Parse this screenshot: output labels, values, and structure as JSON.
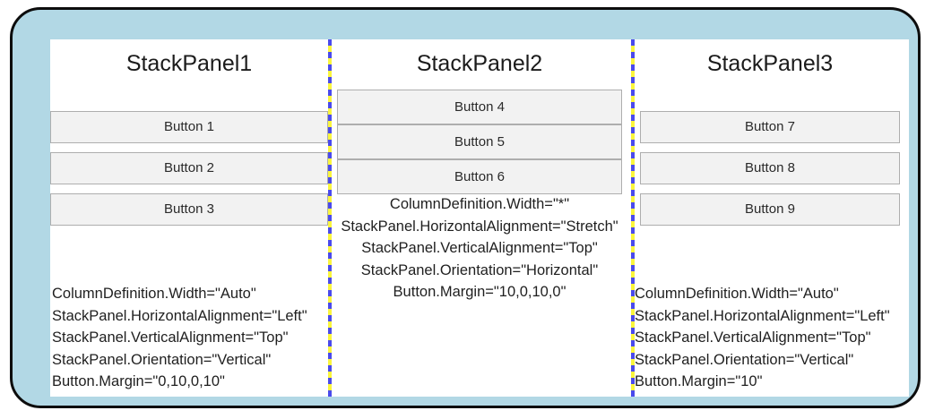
{
  "diagram": {
    "frame_background": "#b2d8e5",
    "frame_border_color": "#0d0d0d",
    "canvas_background": "#ffffff",
    "divider_colors": [
      "#4a4aec",
      "#fbf53c"
    ],
    "button_fill": "#f2f2f2",
    "button_border": "#aeaeae"
  },
  "panels": [
    {
      "title": "StackPanel1",
      "buttons": [
        "Button 1",
        "Button 2",
        "Button 3"
      ],
      "annotation": [
        "ColumnDefinition.Width=\"Auto\"",
        "StackPanel.HorizontalAlignment=\"Left\"",
        "StackPanel.VerticalAlignment=\"Top\"",
        "StackPanel.Orientation=\"Vertical\"",
        "Button.Margin=\"0,10,0,10\""
      ]
    },
    {
      "title": "StackPanel2",
      "buttons": [
        "Button 4",
        "Button 5",
        "Button 6"
      ],
      "annotation": [
        "ColumnDefinition.Width=\"*\"",
        "StackPanel.HorizontalAlignment=\"Stretch\"",
        "StackPanel.VerticalAlignment=\"Top\"",
        "StackPanel.Orientation=\"Horizontal\"",
        "Button.Margin=\"10,0,10,0\""
      ]
    },
    {
      "title": "StackPanel3",
      "buttons": [
        "Button 7",
        "Button 8",
        "Button 9"
      ],
      "annotation": [
        "ColumnDefinition.Width=\"Auto\"",
        "StackPanel.HorizontalAlignment=\"Left\"",
        "StackPanel.VerticalAlignment=\"Top\"",
        "StackPanel.Orientation=\"Vertical\"",
        "Button.Margin=\"10\""
      ]
    }
  ]
}
